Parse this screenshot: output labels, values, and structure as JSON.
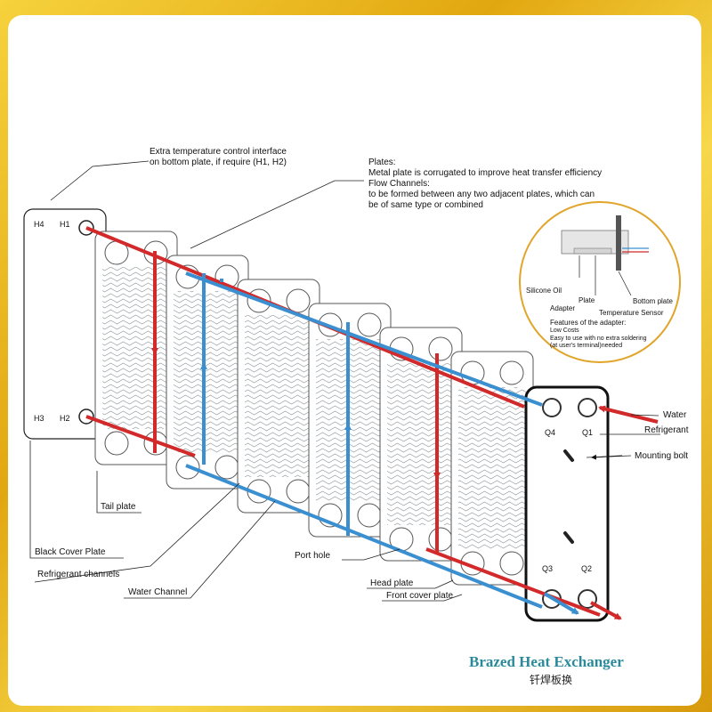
{
  "colors": {
    "refrigerant": "#d22a2a",
    "water": "#3a8fd0",
    "title": "#2a8a9b",
    "frame": "#e8b41c"
  },
  "callouts": {
    "extra_interface": [
      "Extra temperature control interface",
      "on bottom plate, if require (H1, H2)"
    ],
    "plates": [
      "Plates:",
      "Metal plate is corrugated to improve heat transfer efficiency",
      "Flow Channels:",
      "to be formed between any two adjacent plates, which can",
      "be of same type or combined"
    ]
  },
  "ports": {
    "h4": "H4",
    "h1": "H1",
    "h3": "H3",
    "h2": "H2",
    "q4": "Q4",
    "q1": "Q1",
    "q3": "Q3",
    "q2": "Q2"
  },
  "labels": {
    "tail_plate": "Tail plate",
    "black_cover_plate": "Black Cover Plate",
    "refrigerant_channels": "Refrigerant channels",
    "water_channel": "Water Channel",
    "port_hole": "Port hole",
    "head_plate": "Head plate",
    "front_cover_plate": "Front cover plate",
    "water": "Water",
    "refrigerant": "Refrigerant",
    "mounting_bolt": "Mounting bolt"
  },
  "adapter_inset": {
    "silicone_oil": "Silicone Oil",
    "plate": "Plate",
    "adapter": "Adapter",
    "bottom_plate": "Bottom plate",
    "temperature_sensor": "Temperature Sensor",
    "features_title": "Features of the adapter:",
    "features": [
      "Low Costs",
      "Easy to use with no extra soldering",
      "(at user's terminal)needed"
    ]
  },
  "title": {
    "english": "Brazed Heat Exchanger",
    "chinese": "钎焊板换"
  }
}
